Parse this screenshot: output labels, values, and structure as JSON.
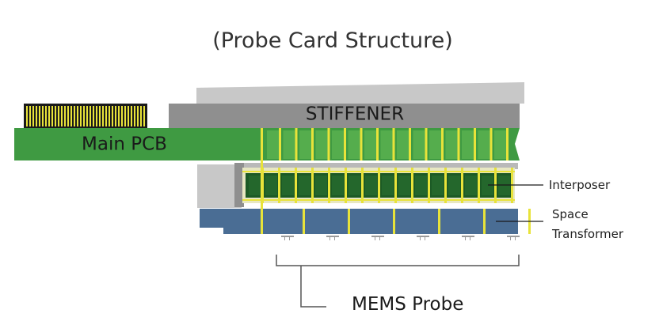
{
  "title": "(Probe Card Structure)",
  "labels": {
    "stiffener": "STIFFENER",
    "main_pcb": "Main PCB",
    "interposer": "Interposer",
    "space_transformer_line1": "Space",
    "space_transformer_line2": "Transformer",
    "mems_probe": "MEMS Probe"
  },
  "colors": {
    "pcb_green": "#3f9a42",
    "interposer_green": "#1c5a25",
    "transformer_blue": "#4a6d94",
    "stiffener_gray": "#8f8f8f",
    "stiffener_light": "#c8c8c8",
    "pin_yellow": "#e8e33a"
  }
}
